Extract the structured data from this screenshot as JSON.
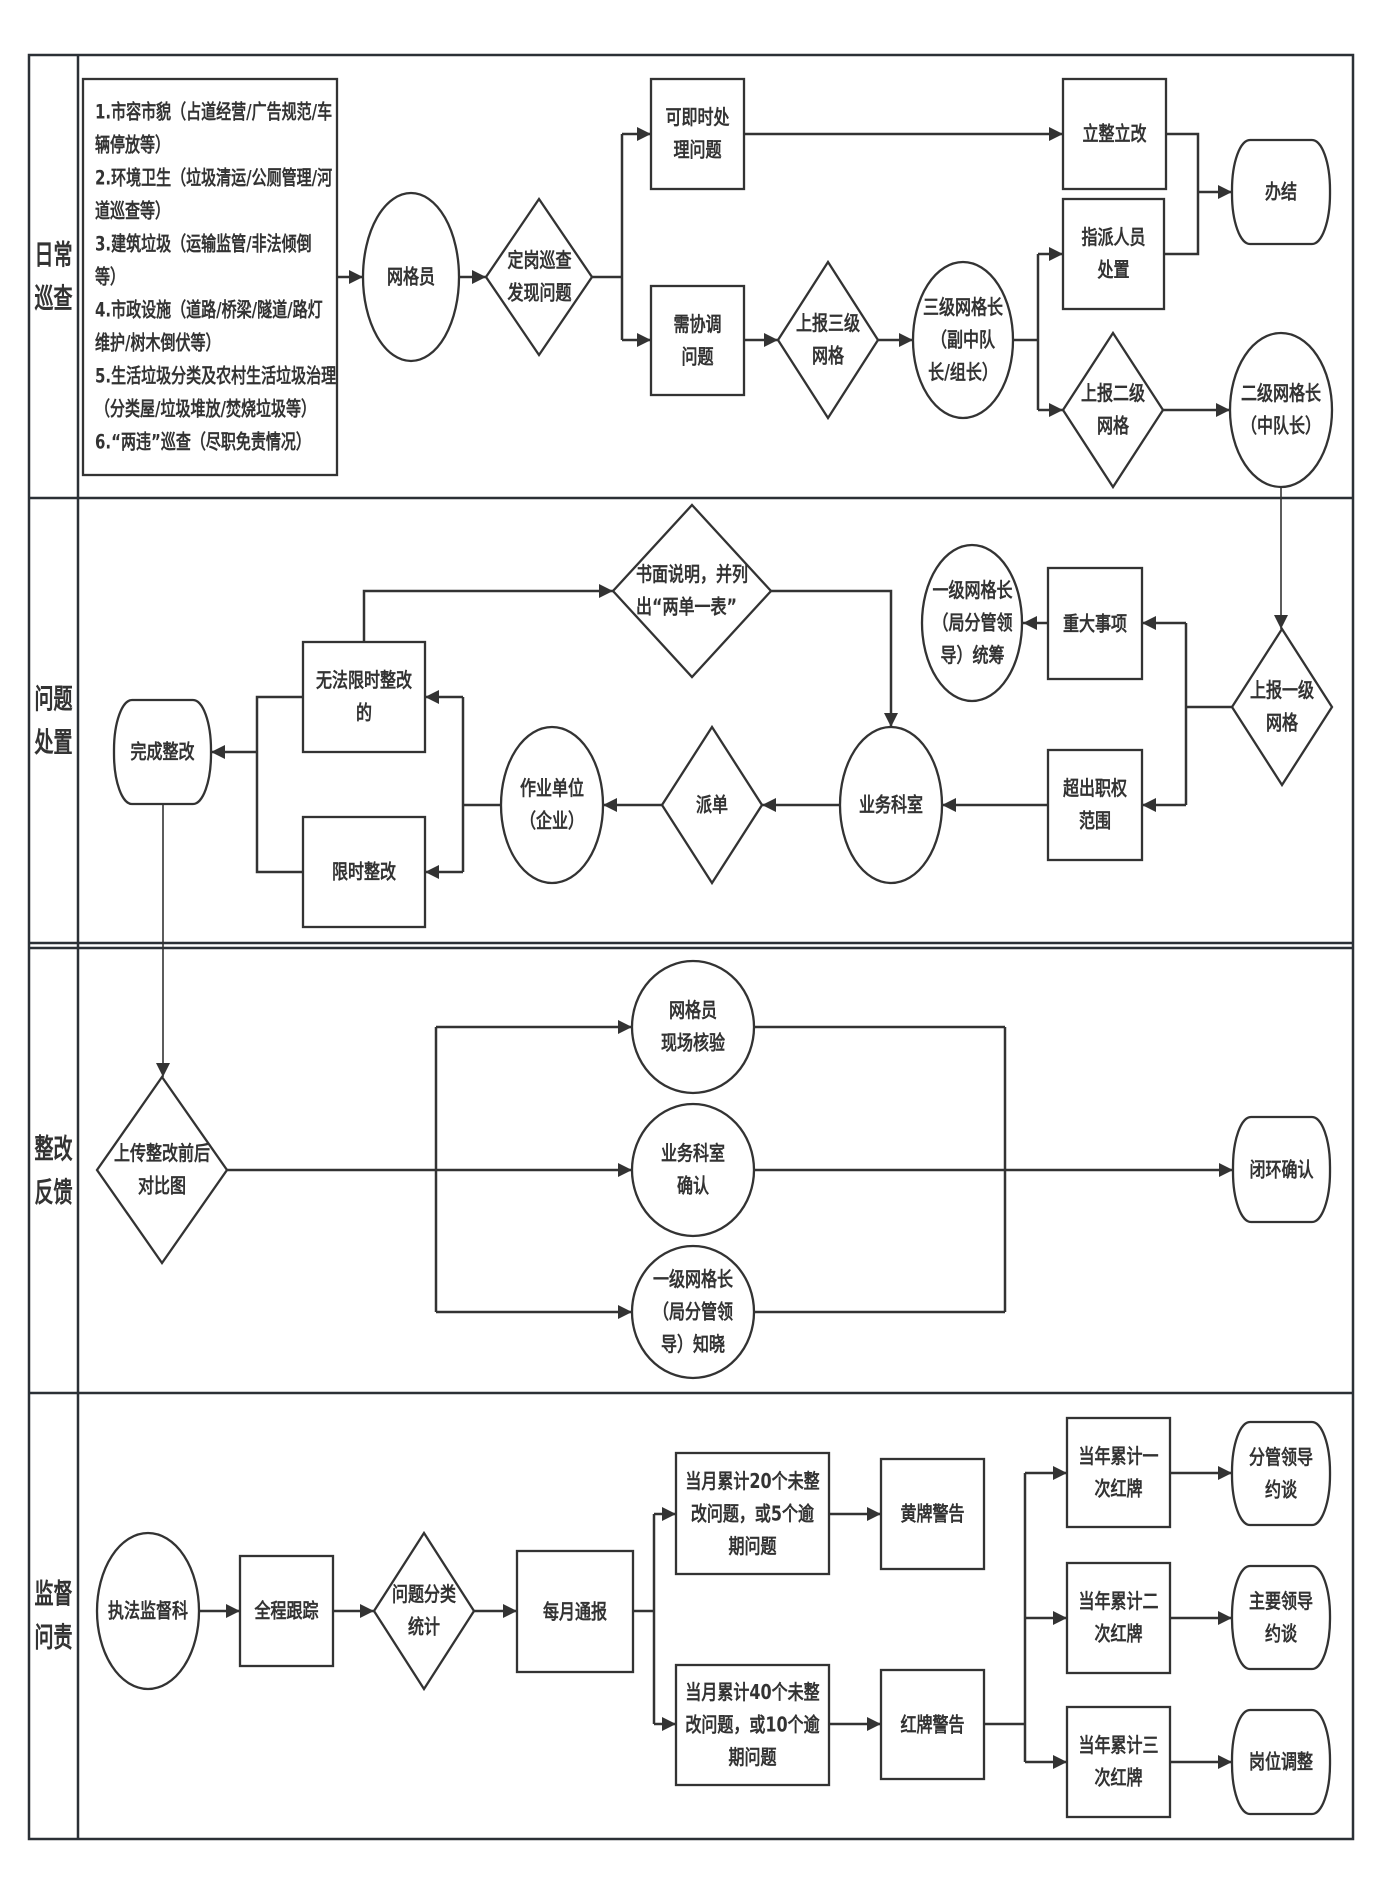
{
  "lanes": {
    "daily_patrol": "日常\n巡查",
    "problem_handling": "问题\n处置",
    "rectification_feedback": "整改\n反馈",
    "supervision_accountability": "监督\n问责"
  },
  "daily_patrol": {
    "inspection_items": [
      "1.市容市貌（占道经营/广告规范/车\n辆停放等）",
      "2.环境卫生（垃圾清运/公厕管理/河\n道巡查等）",
      "3.建筑垃圾（运输监管/非法倾倒\n等）",
      "4.市政设施（道路/桥梁/隧道/路灯\n维护/树木倒伏等）",
      "5.生活垃圾分类及农村生活垃圾治理\n（分类屋/垃圾堆放/焚烧垃圾等）",
      "6.“两违”巡查（尽职免责情况）"
    ],
    "grid_worker": "网格员",
    "patrol_discovery": "定岗巡查\n发现问题",
    "immediate_issue": "可即时处\n理问题",
    "coordination_issue": "需协调\n问题",
    "report_level3": "上报三级\n网格",
    "level3_grid_leader": "三级网格长\n（副中队\n长/组长）",
    "immediate_rectify": "立整立改",
    "assign_personnel": "指派人员\n处置",
    "case_closed": "办结",
    "report_level2": "上报二级\n网格",
    "level2_grid_leader": "二级网格长\n（中队长）"
  },
  "problem_handling": {
    "report_level1": "上报一级\n网格",
    "major_matter": "重大事项",
    "level1_grid_leader": "一级网格长\n（局分管领\n导）统筹",
    "beyond_authority": "超出职权\n范围",
    "business_office": "业务科室",
    "dispatch": "派单",
    "operating_unit": "作业单位\n（企业）",
    "cannot_rectify_in_time": "无法限时整改\n的",
    "rectify_in_time": "限时整改",
    "written_statement": "书面说明，并列\n出“两单一表”",
    "rectification_complete": "完成整改"
  },
  "rectification_feedback": {
    "upload_comparison": "上传整改前后\n对比图",
    "grid_worker_verify": "网格员\n现场核验",
    "business_office_confirm": "业务科室\n确认",
    "level1_leader_informed": "一级网格长\n（局分管领\n导）知晓",
    "closed_loop_confirm": "闭环确认"
  },
  "supervision_accountability": {
    "law_enforcement_dept": "执法监督科",
    "full_tracking": "全程跟踪",
    "classify_statistics": "问题分类\n统计",
    "monthly_report": "每月通报",
    "threshold_yellow": "当月累计20个未整\n改问题，或5个逾\n期问题",
    "yellow_card": "黄牌警告",
    "threshold_red": "当月累计40个未整\n改问题，或10个逾\n期问题",
    "red_card": "红牌警告",
    "year_red_1": "当年累计一\n次红牌",
    "year_red_2": "当年累计二\n次红牌",
    "year_red_3": "当年累计三\n次红牌",
    "talk_supervising_leader": "分管领导\n约谈",
    "talk_principal_leader": "主要领导\n约谈",
    "post_adjustment": "岗位调整"
  },
  "theme": {
    "stroke": "#333333",
    "frame": "#2b3036",
    "text": "#333333",
    "background": "#ffffff"
  }
}
